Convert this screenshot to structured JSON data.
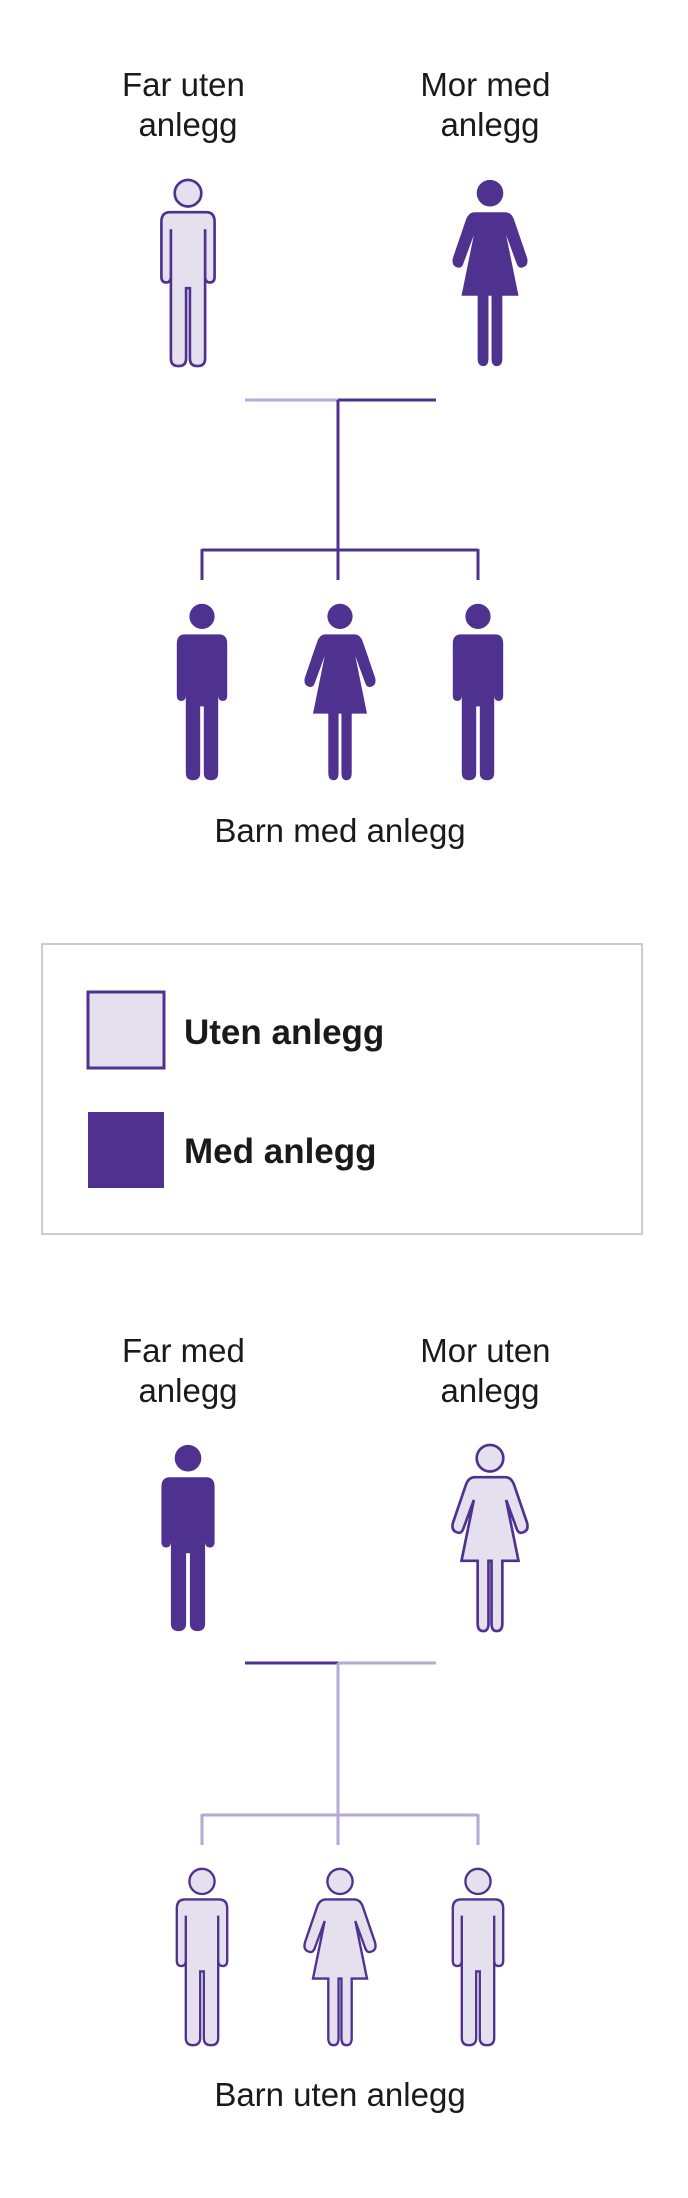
{
  "colors": {
    "with_trait": "#4f3190",
    "without_fill": "#e4e0ee",
    "without_stroke": "#4f3190",
    "line_light": "#b7a9d3",
    "line_dark": "#4f3190",
    "legend_border": "#cccccc"
  },
  "diagram1": {
    "father_label": [
      "Far uten",
      "anlegg"
    ],
    "mother_label": [
      "Mor med",
      "anlegg"
    ],
    "children_label": "Barn med anlegg"
  },
  "legend": {
    "without_label": "Uten anlegg",
    "with_label": "Med anlegg"
  },
  "diagram2": {
    "father_label": [
      "Far med",
      "anlegg"
    ],
    "mother_label": [
      "Mor uten",
      "anlegg"
    ],
    "children_label": "Barn uten anlegg"
  },
  "icons": [
    "man-icon",
    "woman-icon",
    "boy-icon",
    "girl-icon"
  ]
}
